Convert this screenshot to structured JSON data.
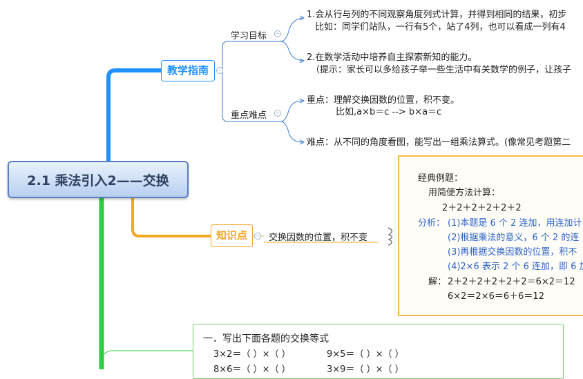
{
  "root": {
    "title": "2.1   乘法引入2——交换"
  },
  "guide": {
    "label": "教学指南",
    "goals": {
      "label": "学习目标",
      "items": [
        "1.会从行与列的不同观察角度列式计算，并得到相同的结果，初步",
        "比如：同学们站队，一行有5个，站了4列，也可以看成一列有4",
        "2.在数学活动中培养自主探索新知的能力。",
        "（提示：家长可以多给孩子举一些生活中有关数学的例子，让孩子"
      ]
    },
    "key": {
      "label": "重点难点",
      "items": [
        "重点：理解交换因数的位置，积不变。",
        "比如,a×b＝c   -->   b×a＝c",
        "难点：从不同的角度看图，能写出一组乘法算式。(像常见考题第二"
      ]
    }
  },
  "knowledge": {
    "label": "知识点",
    "topic": "交换因数的位置，积不变",
    "example": {
      "heading": "经典例题：",
      "task": "用简便方法计算：",
      "expr": "2＋2＋2＋2＋2＋2",
      "analysis_label": "分析：",
      "analysis": [
        "(1)本题是 6 个 2 连加，用连加计",
        "(2)根据乘法的意义，6 个 2 的连",
        "(3)再根据交换因数的位置，积不",
        "(4)2×6 表示 2 个 6 连加，即 6 加"
      ],
      "solution_label": "解：",
      "solution": [
        "2＋2＋2＋2＋2＋2＝6×2＝12",
        "6×2＝2×6＝6＋6＝12"
      ]
    }
  },
  "exercise": {
    "heading": "一．写出下面各题的交换等式",
    "rows": [
      [
        "3×2＝（   ）×（   ）",
        "9×5＝（   ）×（   ）"
      ],
      [
        "8×6＝（   ）×（   ）",
        "3×9＝（   ）×（   ）"
      ]
    ]
  },
  "colors": {
    "guide": "#1e90ff",
    "knowledge": "#f5a623",
    "exercise": "#2ecc40",
    "sub": "#3a7bd5"
  }
}
